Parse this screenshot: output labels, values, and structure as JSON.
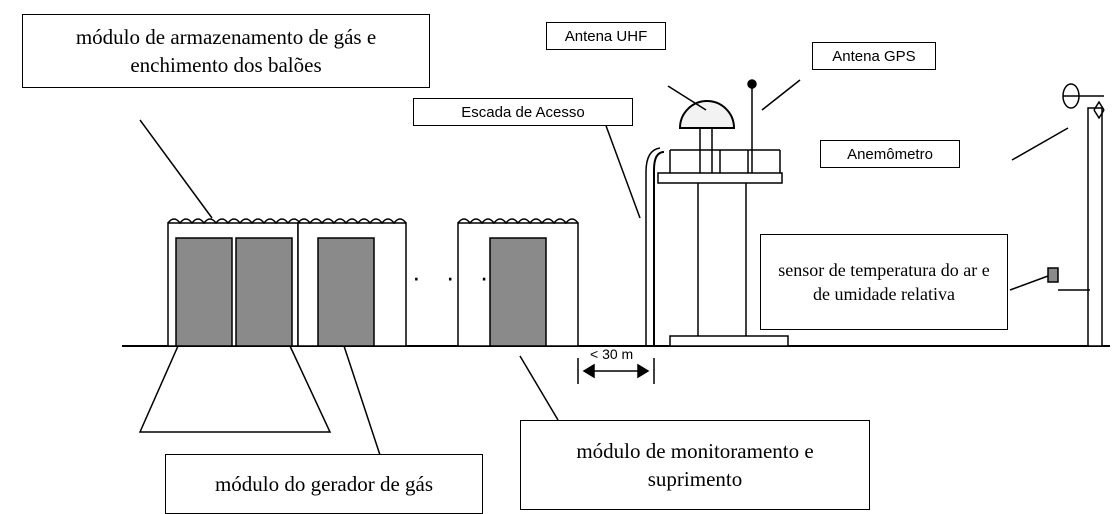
{
  "labels": {
    "storage_module": "módulo de armazenamento de gás e enchimento dos balões",
    "gas_generator_module": "módulo do gerador de gás",
    "monitoring_module": "módulo de monitoramento e suprimento",
    "access_ladder": "Escada de Acesso",
    "uhf_antenna": "Antena UHF",
    "gps_antenna": "Antena GPS",
    "anemometer": "Anemômetro",
    "temp_humidity_sensor": "sensor de temperatura do ar e de umidade relativa"
  },
  "distance_label": "< 30 m",
  "ellipsis": "· · ·"
}
